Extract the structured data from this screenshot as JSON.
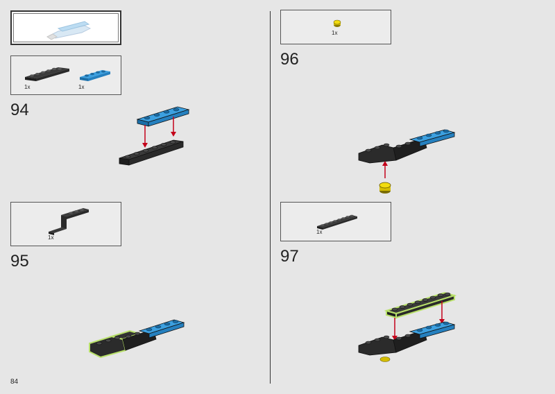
{
  "page_number": "84",
  "colors": {
    "background": "#e6e6e6",
    "brick_black": "#2b2b2b",
    "brick_blue": "#2a8fd0",
    "brick_yellow": "#e8d000",
    "arrow_red": "#c4001a",
    "highlight_green": "#b8e06a"
  },
  "submodel_callout": {
    "icon": "submodel-thumbnail-icon"
  },
  "steps": [
    {
      "number": "94",
      "parts": [
        {
          "qty": "1x",
          "icon": "black-plate-1x6-icon"
        },
        {
          "qty": "1x",
          "icon": "blue-plate-1x4-icon"
        }
      ]
    },
    {
      "number": "95",
      "parts": [
        {
          "qty": "1x",
          "icon": "black-bracket-plate-icon"
        }
      ]
    },
    {
      "number": "96",
      "parts": [
        {
          "qty": "1x",
          "icon": "yellow-round-tile-icon"
        }
      ]
    },
    {
      "number": "97",
      "parts": [
        {
          "qty": "1x",
          "icon": "black-plate-1x8-icon"
        }
      ]
    }
  ]
}
